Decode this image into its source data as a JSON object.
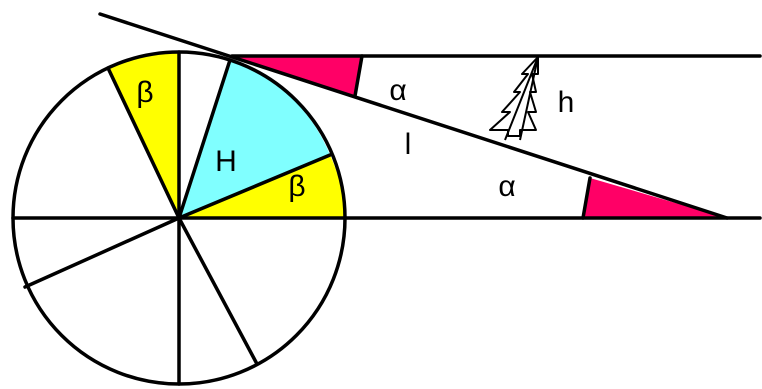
{
  "colors": {
    "background": "#ffffff",
    "line": "#000000",
    "beta_sector": "#ffff00",
    "h_sector": "#80ffff",
    "alpha_wedge": "#ff0066"
  },
  "labels": {
    "beta_upper": "β",
    "beta_lower": "β",
    "H": "H",
    "alpha_upper": "α",
    "alpha_lower": "α",
    "l": "l",
    "h": "h"
  },
  "icons": {
    "tree": "tree-icon"
  }
}
